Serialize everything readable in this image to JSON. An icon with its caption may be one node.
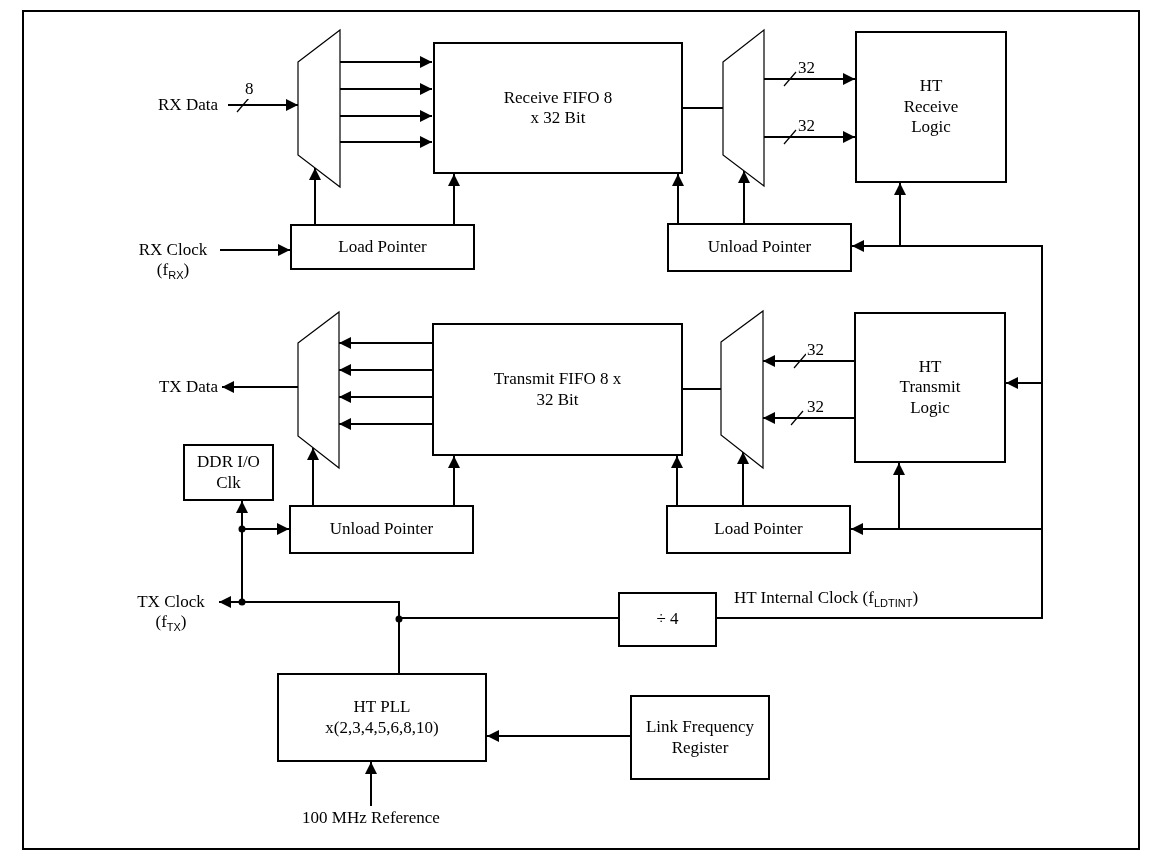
{
  "diagram": {
    "nodes": [
      {
        "text": [
          "RX Data"
        ]
      },
      {
        "text": [],
        "shape": "trapezoid"
      },
      {
        "text": [
          "Receive FIFO 8 x 32 Bit"
        ]
      },
      {
        "text": [],
        "shape": "trapezoid"
      },
      {
        "text": [
          "HT Receive Logic"
        ]
      },
      {
        "text": [
          "RX Clock (f$_{RX}$)"
        ]
      },
      {
        "text": [
          "Load Pointer"
        ]
      },
      {
        "text": [
          "Unload Pointer"
        ]
      },
      {
        "text": [
          "TX Data"
        ]
      },
      {
        "text": [],
        "shape": "trapezoid"
      },
      {
        "text": [
          "Transmit FIFO 8 x 32 Bit"
        ]
      },
      {
        "text": [],
        "shape": "trapezoid"
      },
      {
        "text": [
          "HT Transmit Logic"
        ]
      },
      {
        "text": [
          "DDR I/O Clk"
        ]
      },
      {
        "text": [
          "Unload Pointer"
        ]
      },
      {
        "text": [
          "Load Pointer"
        ]
      },
      {
        "text": [
          "TX Clock (f$_{TX}$)"
        ]
      },
      {
        "text": [
          "÷ 4"
        ]
      },
      {
        "text": [
          "HT PLL",
          "x(2,3,4,5,6,8,10)"
        ]
      },
      {
        "text": [
          "Link Frequency Register"
        ]
      },
      {
        "text": [
          "100 MHz Reference"
        ]
      }
    ],
    "edges": [
      {
        "from": 0,
        "to": 1,
        "arrow": "to",
        "label": "8"
      },
      {
        "from": 1,
        "to": 2,
        "arrow": "to"
      },
      {
        "from": 1,
        "to": 2,
        "arrow": "to"
      },
      {
        "from": 1,
        "to": 2,
        "arrow": "to"
      },
      {
        "from": 1,
        "to": 2,
        "arrow": "to"
      },
      {
        "from": 2,
        "to": 3,
        "arrow": "none"
      },
      {
        "from": 3,
        "to": 4,
        "arrow": "to",
        "label": "32"
      },
      {
        "from": 3,
        "to": 4,
        "arrow": "to",
        "label": "32"
      },
      {
        "from": 5,
        "to": 6,
        "arrow": "to"
      },
      {
        "from": 6,
        "to": 1,
        "arrow": "to"
      },
      {
        "from": 6,
        "to": 2,
        "arrow": "to"
      },
      {
        "from": 7,
        "to": 2,
        "arrow": "to"
      },
      {
        "from": 7,
        "to": 3,
        "arrow": "to"
      },
      {
        "from": 17,
        "to": 7,
        "arrow": "to"
      },
      {
        "from": 17,
        "to": 4,
        "arrow": "to"
      },
      {
        "from": 10,
        "to": 9,
        "arrow": "to"
      },
      {
        "from": 10,
        "to": 9,
        "arrow": "to"
      },
      {
        "from": 10,
        "to": 9,
        "arrow": "to"
      },
      {
        "from": 10,
        "to": 9,
        "arrow": "to"
      },
      {
        "from": 9,
        "to": 8,
        "arrow": "to"
      },
      {
        "from": 11,
        "to": 10,
        "arrow": "none"
      },
      {
        "from": 12,
        "to": 11,
        "arrow": "to",
        "label": "32"
      },
      {
        "from": 12,
        "to": 11,
        "arrow": "to",
        "label": "32"
      },
      {
        "from": 17,
        "to": 12,
        "arrow": "to"
      },
      {
        "from": 14,
        "to": 9,
        "arrow": "to"
      },
      {
        "from": 14,
        "to": 10,
        "arrow": "to"
      },
      {
        "from": 15,
        "to": 10,
        "arrow": "to"
      },
      {
        "from": 15,
        "to": 11,
        "arrow": "to"
      },
      {
        "from": 17,
        "to": 15,
        "arrow": "to"
      },
      {
        "from": 17,
        "to": 12,
        "arrow": "to"
      },
      {
        "from": 18,
        "to": 13,
        "arrow": "to"
      },
      {
        "from": 18,
        "to": 14,
        "arrow": "to"
      },
      {
        "from": 18,
        "to": 16,
        "arrow": "to"
      },
      {
        "from": 18,
        "to": 17,
        "arrow": "none"
      },
      {
        "from": 19,
        "to": 18,
        "arrow": "to"
      },
      {
        "from": 20,
        "to": 18,
        "arrow": "to"
      }
    ],
    "labels": [
      "HT Internal Clock (f$_{LDTINT}$)"
    ]
  }
}
